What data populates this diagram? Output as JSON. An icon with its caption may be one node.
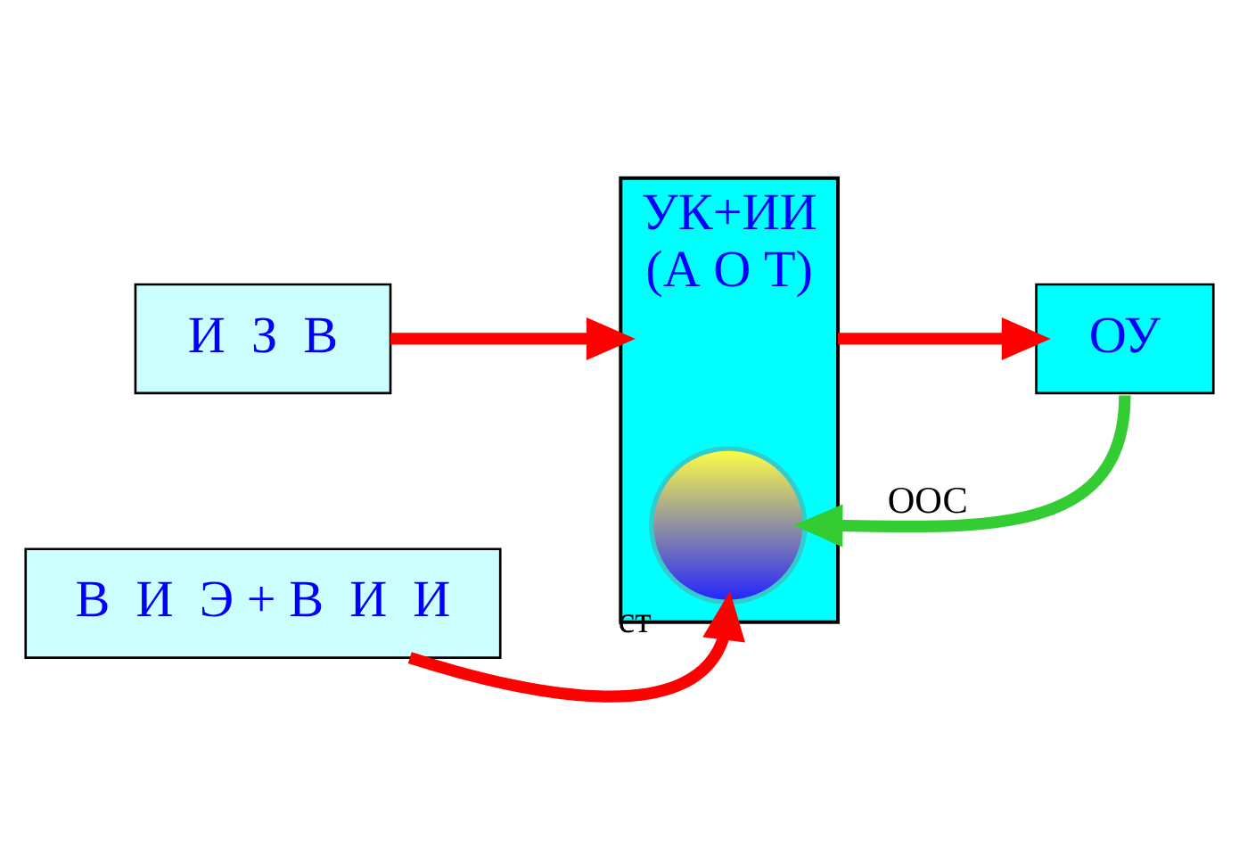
{
  "diagram": {
    "nodes": [
      {
        "text": [
          "И  З  В"
        ]
      },
      {
        "text": [
          "УК+ИИ",
          "(А О Т)"
        ]
      },
      {
        "text": [],
        "shape": "circle",
        "in": 1,
        "beside": [
          "ст"
        ]
      },
      {
        "text": [
          "ОУ"
        ]
      },
      {
        "text": [
          "В  И  Э + В  И  И"
        ]
      }
    ],
    "edges": [
      {
        "from": 0,
        "to": 1,
        "arrow": "to"
      },
      {
        "from": 1,
        "to": 3,
        "arrow": "to"
      },
      {
        "from": 3,
        "to": 2,
        "arrow": "to",
        "label": "ООС",
        "color": "#33cc33"
      },
      {
        "from": 4,
        "to": 2,
        "arrow": "to"
      }
    ]
  }
}
